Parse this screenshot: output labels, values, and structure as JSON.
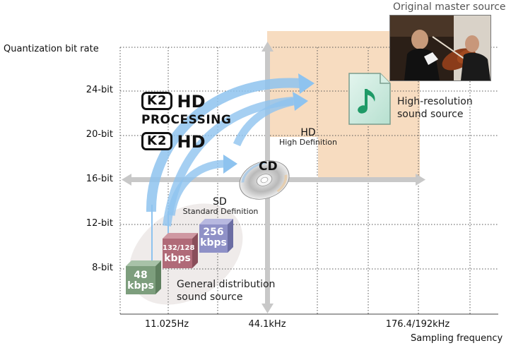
{
  "y_axis_title": "Quantization bit rate",
  "x_axis_title": "Sampling frequency",
  "y_ticks": [
    "24-bit",
    "20-bit",
    "16-bit",
    "12-bit",
    "8-bit"
  ],
  "x_ticks": [
    "11.025Hz",
    "44.1kHz",
    "176.4/192kHz"
  ],
  "source_label": "Original master source",
  "hires_label_line1": "High-resolution",
  "hires_label_line2": "sound source",
  "hd_zone": {
    "title": "HD",
    "subtitle": "High Definition"
  },
  "sd_zone": {
    "title": "SD",
    "subtitle": "Standard Definition"
  },
  "cd_label": "CD",
  "k2_processing": {
    "mark": "K2",
    "hd": "HD",
    "processing": "PROCESSING"
  },
  "k2_hd": {
    "mark": "K2",
    "hd": "HD"
  },
  "general_label_line1": "General distribution",
  "general_label_line2": "sound source",
  "cubes": [
    {
      "line1": "48",
      "line2": "kbps",
      "color": "#7d9e7d"
    },
    {
      "line1": "132/128",
      "line2": "kbps",
      "color": "#b06a78"
    },
    {
      "line1": "256",
      "line2": "kbps",
      "color": "#8f91c7"
    }
  ],
  "colors": {
    "hires_zone": "#f7dcc0",
    "arrow": "#8ec3ef",
    "axis_arrow": "#c8c8c8",
    "sd_blob": "#efebea"
  },
  "icons": [
    "music-file-icon",
    "cd-disc-icon",
    "violinist-photo"
  ]
}
